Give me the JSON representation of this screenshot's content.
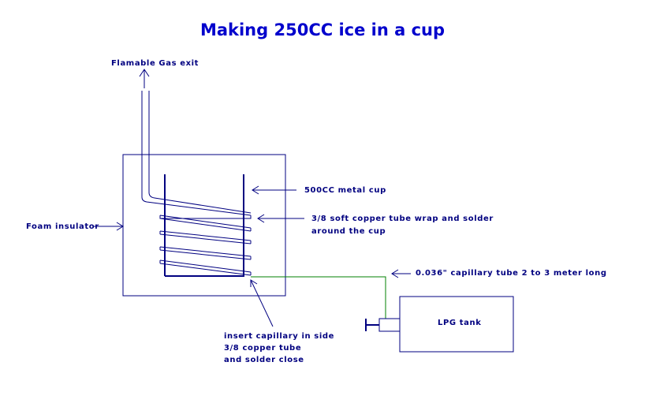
{
  "title": "Making 250CC ice in a cup",
  "labels": {
    "gas_exit": "Flamable Gas exit",
    "metal_cup": "500CC metal cup",
    "copper_wrap_1": "3/8 soft copper tube wrap and solder",
    "copper_wrap_2": "around the cup",
    "foam_insulator": "Foam insulator",
    "capillary_tube": "0.036\" capillary tube 2 to 3 meter long",
    "insert_1": "insert capillary in side",
    "insert_2": "3/8 copper tube",
    "insert_3": "and solder close",
    "lpg_tank": "LPG tank"
  },
  "colors": {
    "title": "#0000cc",
    "text": "#000080",
    "cup": "#000080",
    "line": "#0000cc",
    "capillary": "#008000"
  }
}
